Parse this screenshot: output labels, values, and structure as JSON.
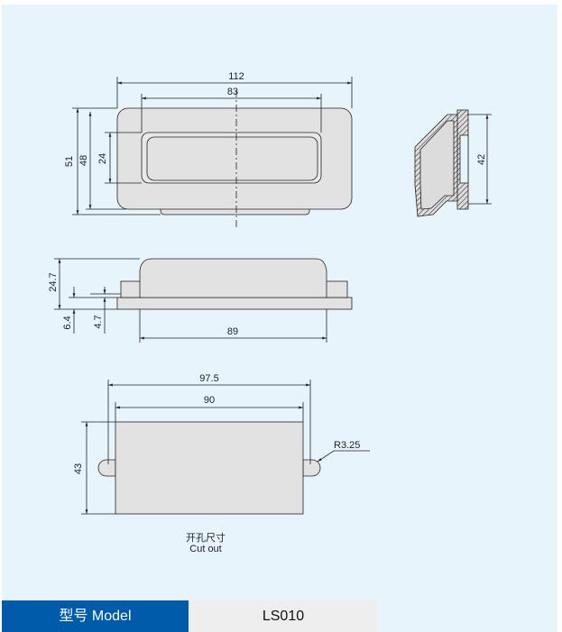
{
  "dimensions": {
    "top_width_total": "112",
    "top_width_inner": "83",
    "height_total": "51",
    "height_body": "48",
    "height_grip": "24",
    "section_height": "42",
    "side_height": "24.7",
    "side_base": "6.4",
    "side_flange": "4.7",
    "side_body_width": "89",
    "cutout_width_total": "97.5",
    "cutout_width": "90",
    "cutout_height": "43",
    "cutout_radius": "R3.25"
  },
  "cutout_caption": {
    "zh": "开孔尺寸",
    "en": "Cut out"
  },
  "model": {
    "label": "型号 Model",
    "value": "LS010"
  },
  "colors": {
    "background": "#e8f4fc",
    "accent": "#005bab",
    "part_fill": "#e2e2e2"
  }
}
